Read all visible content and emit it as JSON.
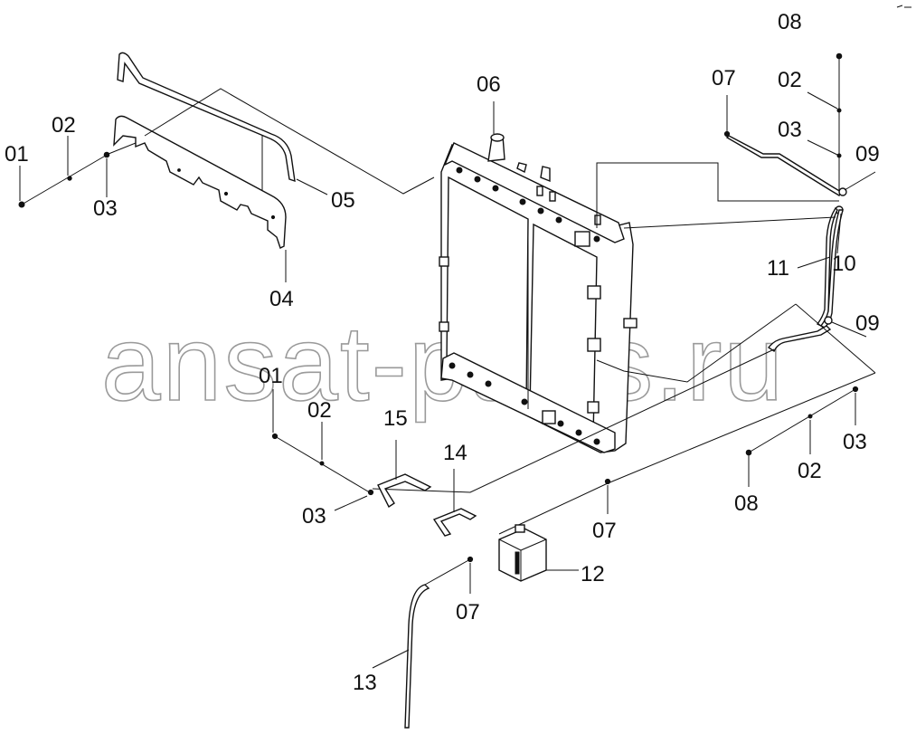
{
  "watermark": "ansat-parts.ru",
  "labels": [
    {
      "id": "lbl-01-left",
      "text": "01"
    },
    {
      "id": "lbl-02-left",
      "text": "02"
    },
    {
      "id": "lbl-03-left",
      "text": "03"
    },
    {
      "id": "lbl-04",
      "text": "04"
    },
    {
      "id": "lbl-05",
      "text": "05"
    },
    {
      "id": "lbl-06",
      "text": "06"
    },
    {
      "id": "lbl-07-top",
      "text": "07"
    },
    {
      "id": "lbl-08-top",
      "text": "08"
    },
    {
      "id": "lbl-02-top",
      "text": "02"
    },
    {
      "id": "lbl-03-top",
      "text": "03"
    },
    {
      "id": "lbl-09-top",
      "text": "09"
    },
    {
      "id": "lbl-11",
      "text": "11"
    },
    {
      "id": "lbl-10",
      "text": "10"
    },
    {
      "id": "lbl-09-mid",
      "text": "09"
    },
    {
      "id": "lbl-03-right",
      "text": "03"
    },
    {
      "id": "lbl-02-right",
      "text": "02"
    },
    {
      "id": "lbl-08-right",
      "text": "08"
    },
    {
      "id": "lbl-01-mid",
      "text": "01"
    },
    {
      "id": "lbl-02-mid",
      "text": "02"
    },
    {
      "id": "lbl-15",
      "text": "15"
    },
    {
      "id": "lbl-14",
      "text": "14"
    },
    {
      "id": "lbl-03-mid",
      "text": "03"
    },
    {
      "id": "lbl-07-mid",
      "text": "07"
    },
    {
      "id": "lbl-12",
      "text": "12"
    },
    {
      "id": "lbl-07-bottom",
      "text": "07"
    },
    {
      "id": "lbl-13",
      "text": "13"
    }
  ]
}
